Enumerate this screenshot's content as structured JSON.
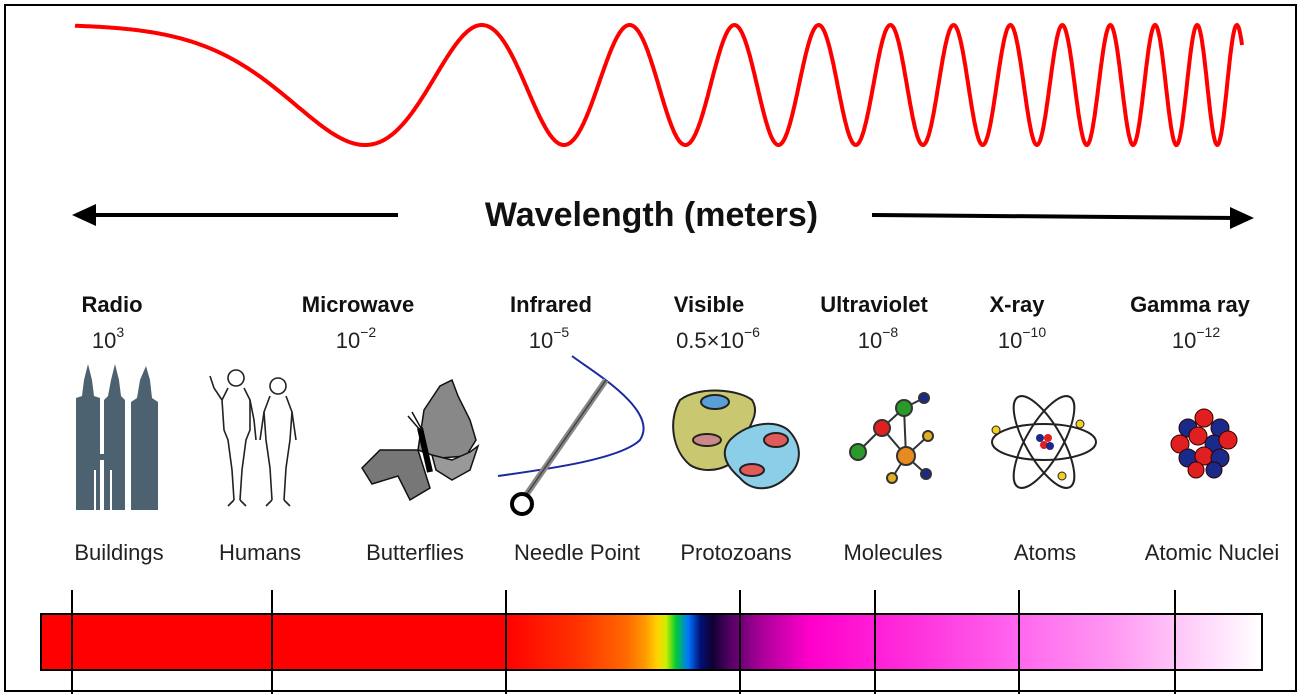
{
  "title": "Wavelength (meters)",
  "colors": {
    "wave": "#ff0000",
    "arrow": "#000000"
  },
  "bands": [
    {
      "name": "Radio",
      "wavelength_base": "10",
      "wavelength_exp": "3",
      "object": "Buildings",
      "icon": "twin-towers-icon"
    },
    {
      "name": "Microwave",
      "wavelength_base": "10",
      "wavelength_exp": "−2",
      "object": "Humans",
      "icon": "humans-icon"
    },
    {
      "name": "",
      "wavelength_base": "",
      "wavelength_exp": "",
      "object": "Butterflies",
      "icon": "butterfly-icon"
    },
    {
      "name": "Infrared",
      "wavelength_base": "10",
      "wavelength_exp": "−5",
      "object": "Needle Point",
      "icon": "needle-icon"
    },
    {
      "name": "Visible",
      "wavelength_base": "0.5×10",
      "wavelength_exp": "−6",
      "object": "Protozoans",
      "icon": "protozoa-icon"
    },
    {
      "name": "Ultraviolet",
      "wavelength_base": "10",
      "wavelength_exp": "−8",
      "object": "Molecules",
      "icon": "molecule-icon"
    },
    {
      "name": "X-ray",
      "wavelength_base": "10",
      "wavelength_exp": "−10",
      "object": "Atoms",
      "icon": "atom-icon"
    },
    {
      "name": "Gamma ray",
      "wavelength_base": "10",
      "wavelength_exp": "−12",
      "object": "Atomic Nuclei",
      "icon": "nucleus-icon"
    }
  ]
}
